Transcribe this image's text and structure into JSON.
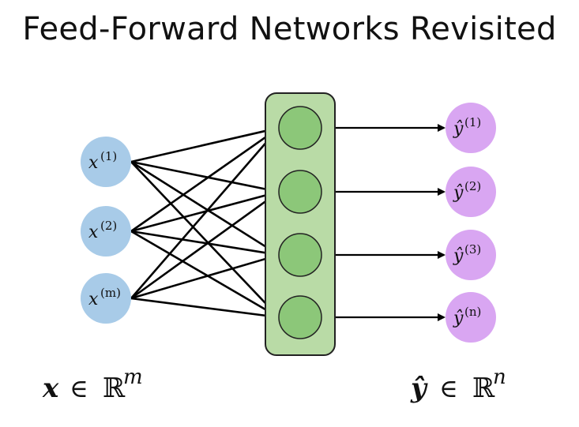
{
  "title": "Feed-Forward Networks Revisited",
  "colors": {
    "input_node": "#a8cbe8",
    "hidden_box": "#b9dba6",
    "hidden_box_border": "#222222",
    "hidden_node": "#8cc779",
    "output_node": "#d9a6f2",
    "edge": "#000000"
  },
  "inputs": [
    {
      "base": "x",
      "sup": "(1)"
    },
    {
      "base": "x",
      "sup": "(2)"
    },
    {
      "base": "x",
      "sup": "(m)"
    }
  ],
  "outputs": [
    {
      "base": "ŷ",
      "sup": "(1)"
    },
    {
      "base": "ŷ",
      "sup": "(2)"
    },
    {
      "base": "ŷ",
      "sup": "(3)"
    },
    {
      "base": "ŷ",
      "sup": "(n)"
    }
  ],
  "hidden_count": 4,
  "bottom_left": {
    "var": "x",
    "in": "∈",
    "set": "ℝ",
    "exp": "m"
  },
  "bottom_right": {
    "var": "ŷ",
    "in": "∈",
    "set": "ℝ",
    "exp": "n"
  }
}
